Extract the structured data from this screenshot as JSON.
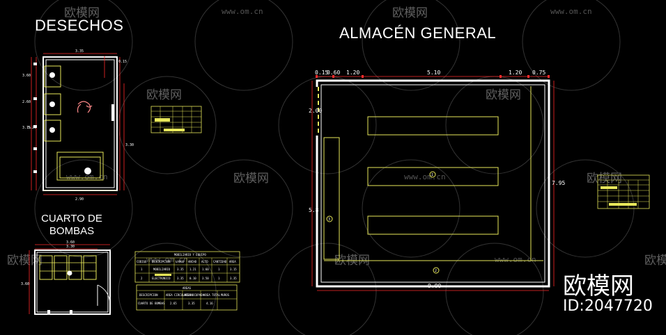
{
  "titles": {
    "desechos": "DESECHOS",
    "almacen": "ALMACÉN GENERAL",
    "cuarto": "CUARTO DE BOMBAS"
  },
  "dimensions": {
    "desechos_top": "3.35",
    "desechos_bottom": "2.90",
    "desechos_side": [
      "3.60",
      "2.60",
      "3.15",
      "5.20",
      "3.30",
      "0.15"
    ],
    "cuarto_top": [
      "3.60",
      "3.30"
    ],
    "cuarto_side": "3.60",
    "almacen_top": [
      "0.15",
      "0.60",
      "1.20",
      "5.10",
      "1.20",
      "0.75"
    ],
    "almacen_left": [
      "2.00",
      "5.8"
    ],
    "almacen_right": "7.95",
    "almacen_bottom": "9.00"
  },
  "labels": {
    "room_marker_1": "1",
    "room_marker_2": "2",
    "room_marker_3": "3"
  },
  "table_mobiliario": {
    "title": "MOBILIARIO Y EQUIPO",
    "headers": [
      "CODIGO",
      "DESCRIPCION",
      "LARGO",
      "ANCHO",
      "ALTO",
      "CANTIDAD",
      "AREA"
    ],
    "rows": [
      [
        "1",
        "MOBILIARIO",
        "3.35",
        "1.21",
        "1.60",
        "1",
        "3.15"
      ],
      [
        "2",
        "ELECTRONICO",
        "3.35",
        "0.10",
        "3.50",
        "1",
        "3.35"
      ]
    ]
  },
  "table_areas": {
    "title": "AREAS",
    "headers": [
      "DESCRIPCION",
      "AREA CIRCULACION",
      "AREA OCUPADA",
      "AREA TOTAL",
      "MUROS"
    ],
    "rows": [
      [
        "CUARTO DE BOMBAS",
        "2.65",
        "3.35",
        "4.16",
        ""
      ]
    ]
  },
  "watermark": {
    "text": "欧模网",
    "url": "www.om.cn"
  },
  "brand": {
    "name": "欧模网",
    "id": "ID:2047720"
  },
  "colors": {
    "wall": "#ffffff",
    "furniture": "#e8e85a",
    "dimension": "#ff2a2a",
    "background": "#000000"
  }
}
